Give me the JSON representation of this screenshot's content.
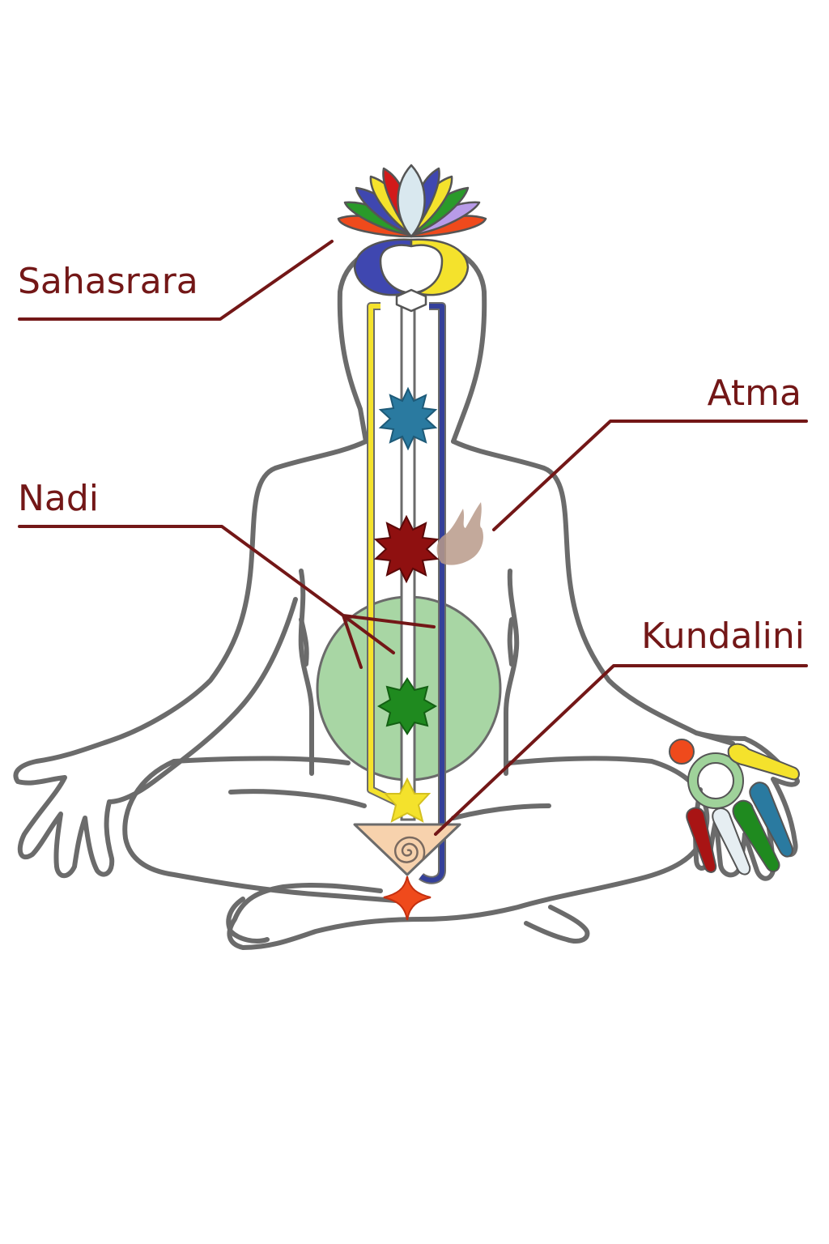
{
  "colors": {
    "label": "#731717",
    "body_outline": "#6b6b6b",
    "ida_nadi": "#f4e22c",
    "pingala_nadi": "#34409a",
    "throat_chakra": "#2a7aa0",
    "heart_chakra": "#8f1010",
    "aura_circle": "#9fd29a",
    "navel_chakra": "#1f8a1f",
    "solar_star": "#f4e22c",
    "root_triangle": "#f7d2ad",
    "base_star": "#ef4a1c",
    "atma_flame": "#b99a8a"
  },
  "labels": {
    "sahasrara": "Sahasrara",
    "atma": "Atma",
    "nadi": "Nadi",
    "kundalini": "Kundalini"
  },
  "icons": {
    "crown": "lotus-icon",
    "throat": "flower-chakra-icon",
    "heart": "flower-chakra-icon",
    "navel": "star-chakra-icon",
    "solar": "star-icon",
    "root": "spiral-triangle-icon",
    "base": "four-point-star-icon",
    "hand": "colored-fingers-icon"
  }
}
